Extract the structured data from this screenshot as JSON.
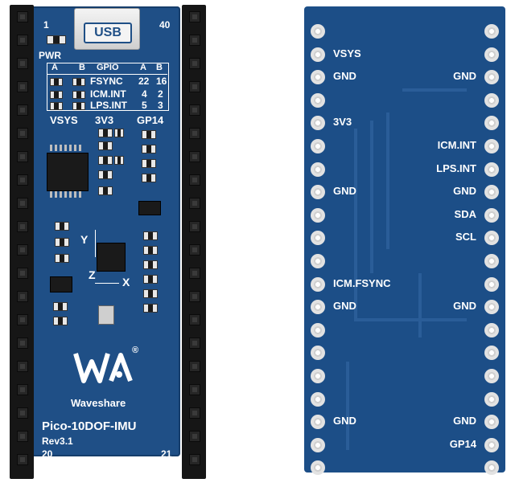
{
  "front": {
    "usb_label": "USB",
    "pin_first": "1",
    "pin_last": "40",
    "pin_bottom_left": "20",
    "pin_bottom_right": "21",
    "pwr": "PWR",
    "gpio_table": {
      "header_a": "A",
      "header_b": "B",
      "header_gpio": "GPIO",
      "rows": [
        {
          "name": "FSYNC",
          "a": "22",
          "b": "16"
        },
        {
          "name": "ICM.INT",
          "a": "4",
          "b": "2"
        },
        {
          "name": "LPS.INT",
          "a": "5",
          "b": "3"
        }
      ]
    },
    "rail_labels": [
      "VSYS",
      "3V3",
      "GP14"
    ],
    "axis_y": "Y",
    "axis_z": "Z",
    "axis_x": "X",
    "brand": "Waveshare",
    "registered": "®",
    "product": "Pico-10DOF-IMU",
    "revision": "Rev3.1"
  },
  "back": {
    "labels_left": [
      {
        "text": "VSYS",
        "row": 1
      },
      {
        "text": "GND",
        "row": 2
      },
      {
        "text": "3V3",
        "row": 4
      },
      {
        "text": "GND",
        "row": 7
      },
      {
        "text": "ICM.FSYNC",
        "row": 11
      },
      {
        "text": "GND",
        "row": 12
      },
      {
        "text": "GND",
        "row": 17
      }
    ],
    "labels_right": [
      {
        "text": "GND",
        "row": 2
      },
      {
        "text": "ICM.INT",
        "row": 5
      },
      {
        "text": "LPS.INT",
        "row": 6
      },
      {
        "text": "GND",
        "row": 7
      },
      {
        "text": "SDA",
        "row": 8
      },
      {
        "text": "SCL",
        "row": 9
      },
      {
        "text": "GND",
        "row": 12
      },
      {
        "text": "GND",
        "row": 17
      },
      {
        "text": "GP14",
        "row": 18
      }
    ]
  },
  "colors": {
    "pcb": "#1f4f86",
    "silkscreen": "#ffffff",
    "header": "#161616"
  }
}
